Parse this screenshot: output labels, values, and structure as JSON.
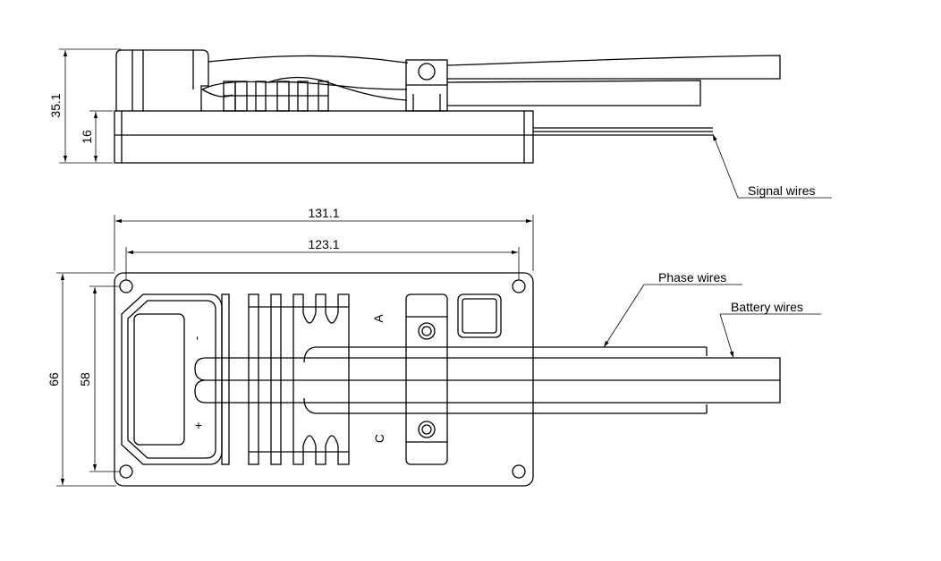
{
  "dimensions": {
    "side_height": "35.1",
    "base_height": "16",
    "overall_length": "131.1",
    "hole_spacing_length": "123.1",
    "overall_width": "66",
    "hole_spacing_width": "58"
  },
  "callouts": {
    "signal_wires": "Signal wires",
    "phase_wires": "Phase wires",
    "battery_wires": "Battery wires"
  },
  "markings": {
    "phase_a": "A",
    "phase_c": "C",
    "minus": "-",
    "plus": "+"
  },
  "colors": {
    "line": "#000000",
    "background": "#ffffff"
  }
}
